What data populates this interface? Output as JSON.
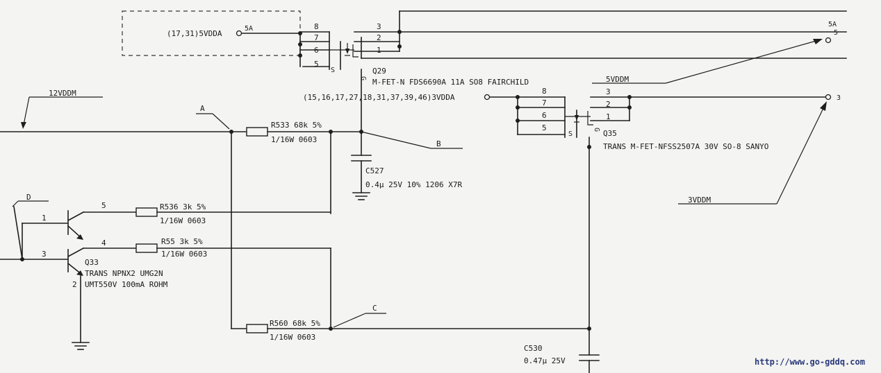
{
  "diagram": {
    "nets": {
      "n12vddm": "12VDDM",
      "vdda5_ref": "(17,31)5VDDA",
      "vdda5_amp": "5A",
      "out5a_amp": "5A",
      "out5a_pin": "5",
      "vdda3_ref": "(15,16,17,27,18,31,37,39,46)3VDDA",
      "vddm5": "5VDDM",
      "out3_pin": "3",
      "vddm3": "3VDDM",
      "node_a": "A",
      "node_b": "B",
      "node_c": "C",
      "node_d": "D"
    },
    "q29": {
      "ref": "Q29",
      "desc": "M-FET-N FDS6690A 11A SO8 FAIRCHILD",
      "pins_left": [
        "8",
        "7",
        "6",
        "5"
      ],
      "pins_right": [
        "3",
        "2",
        "1"
      ],
      "gate_pin": "G",
      "source_pin": "S"
    },
    "q35": {
      "ref": "Q35",
      "desc": "TRANS M-FET-NFSS2507A 30V SO-8 SANYO",
      "pins_left": [
        "8",
        "7",
        "6",
        "5"
      ],
      "pins_right": [
        "3",
        "2",
        "1"
      ],
      "gate_pin": "G",
      "source_pin": "S"
    },
    "q33": {
      "ref": "Q33",
      "desc1": "TRANS NPNX2 UMG2N",
      "desc2": "UMT550V 100mA ROHM",
      "pin1": "1",
      "pin2": "2",
      "pin3": "3",
      "pin4": "4",
      "pin5": "5"
    },
    "r533": {
      "value": "R533 68k 5%",
      "spec": "1/16W 0603"
    },
    "r536": {
      "value": "R536 3k 5%",
      "spec": "1/16W 0603"
    },
    "r55": {
      "value": "R55 3k 5%",
      "spec": "1/16W 0603"
    },
    "r560": {
      "value": "R560 68k 5%",
      "spec": "1/16W 0603"
    },
    "c527": {
      "ref": "C527",
      "value": "0.4μ 25V 10% 1206 X7R"
    },
    "c530": {
      "ref": "C530",
      "value": "0.47μ 25V"
    }
  },
  "watermark": "http://www.go-gddq.com"
}
